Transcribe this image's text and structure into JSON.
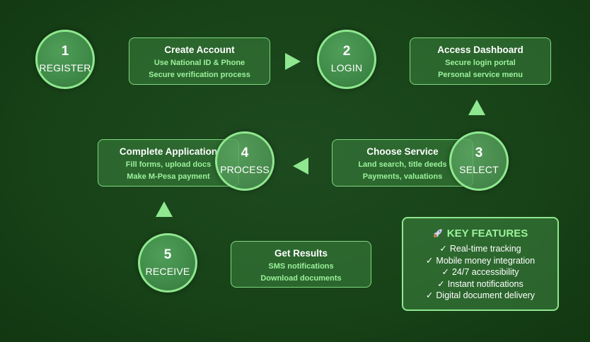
{
  "steps": [
    {
      "num": "1",
      "label": "REGISTER"
    },
    {
      "num": "2",
      "label": "LOGIN"
    },
    {
      "num": "3",
      "label": "SELECT"
    },
    {
      "num": "4",
      "label": "PROCESS"
    },
    {
      "num": "5",
      "label": "RECEIVE"
    }
  ],
  "boxes": {
    "create_account": {
      "title": "Create Account",
      "lines": [
        "Use National ID & Phone",
        "Secure verification process"
      ]
    },
    "access_dashboard": {
      "title": "Access Dashboard",
      "lines": [
        "Secure login portal",
        "Personal service menu"
      ]
    },
    "choose_service": {
      "title": "Choose Service",
      "lines": [
        "Land search, title deeds",
        "Payments, valuations"
      ]
    },
    "complete_application": {
      "title": "Complete Application",
      "lines": [
        "Fill forms, upload docs",
        "Make M-Pesa payment"
      ]
    },
    "get_results": {
      "title": "Get Results",
      "lines": [
        "SMS notifications",
        "Download documents"
      ]
    }
  },
  "features": {
    "icon": "rocket-icon",
    "title": "KEY FEATURES",
    "check_symbol": "✓",
    "items": [
      "Real-time tracking",
      "Mobile money integration",
      "24/7 accessibility",
      "Instant notifications",
      "Digital document delivery"
    ]
  },
  "colors": {
    "background": "#184318",
    "accent": "#8fe88f",
    "subtext": "#9cf29c"
  }
}
